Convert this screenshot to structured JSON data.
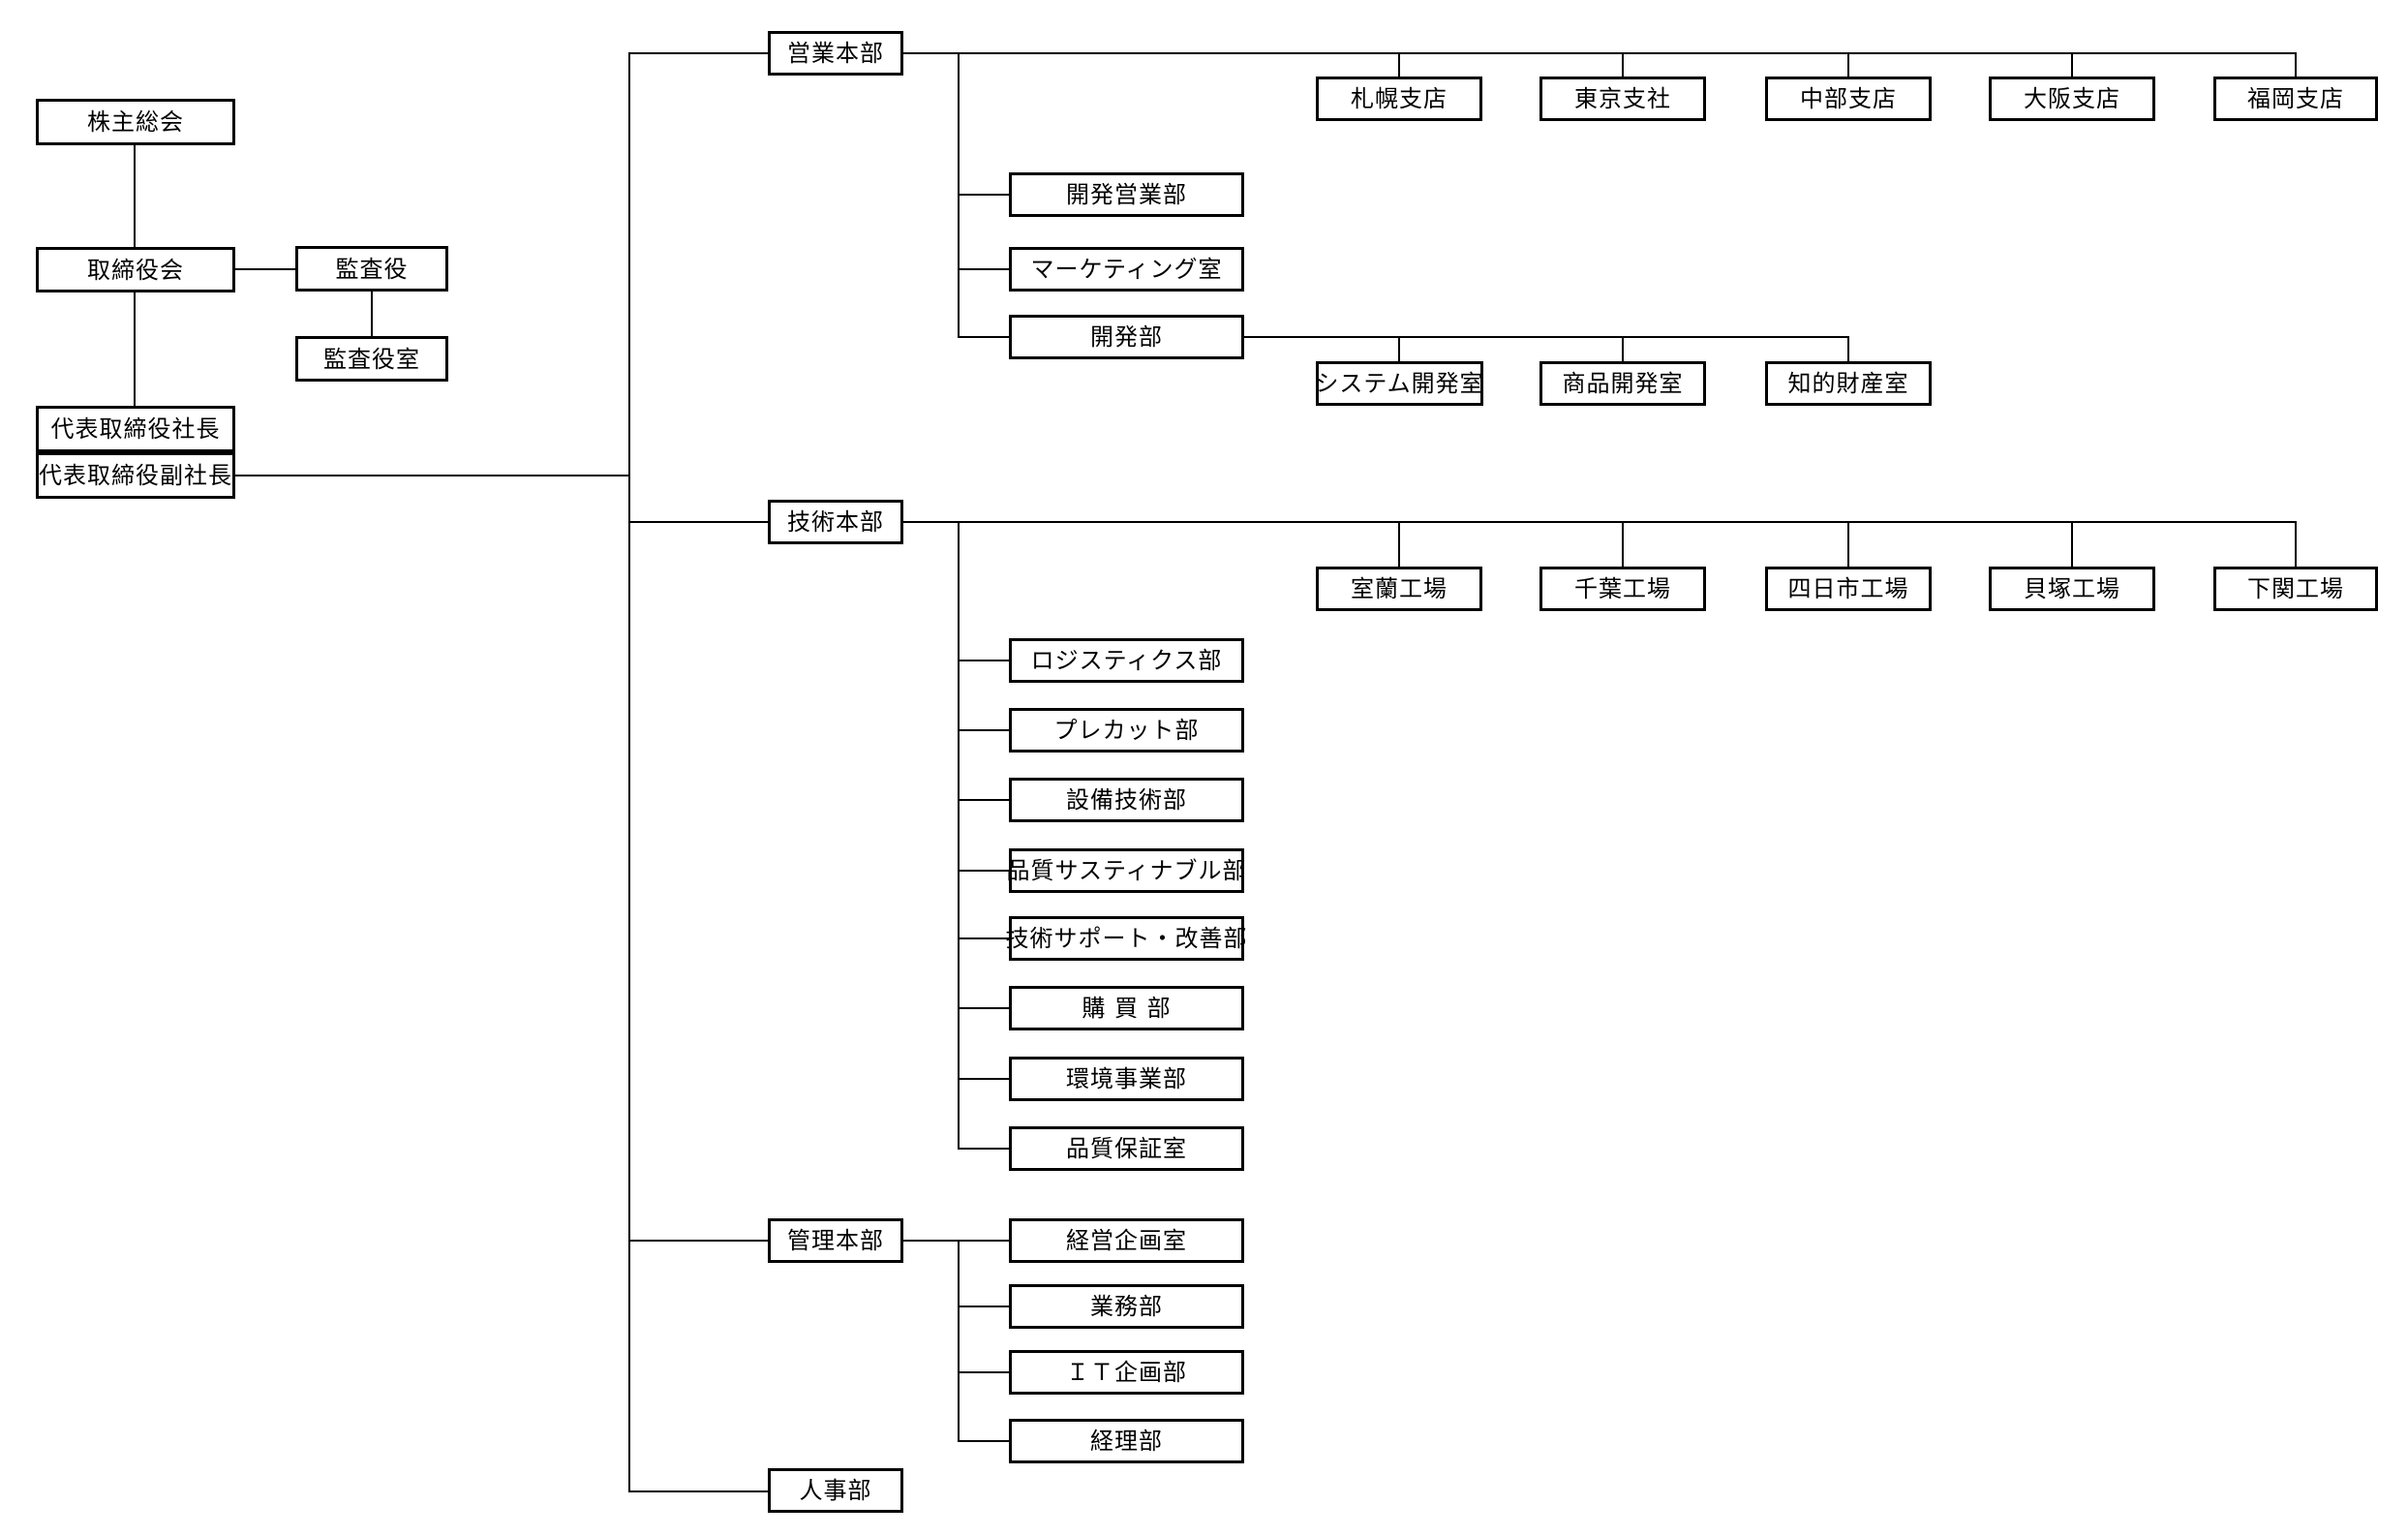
{
  "colors": {
    "box_border": "#000000",
    "connector_line": "#000000",
    "background": "#ffffff",
    "text": "#000000"
  },
  "org": {
    "governance": {
      "shareholders": "株主総会",
      "board_of_directors": "取締役会",
      "auditor": "監査役",
      "auditor_office": "監査役室",
      "president": "代表取締役社長",
      "executive_vice_president": "代表取締役副社長"
    },
    "sales": {
      "label": "営業本部",
      "branches": {
        "sapporo": "札幌支店",
        "tokyo": "東京支社",
        "chubu": "中部支店",
        "osaka": "大阪支店",
        "fukuoka": "福岡支店"
      },
      "departments": {
        "development_sales": "開発営業部",
        "marketing_office": "マーケティング室",
        "development": {
          "label": "開発部",
          "rooms": {
            "system_development": "システム開発室",
            "product_development": "商品開発室",
            "intellectual_property": "知的財産室"
          }
        }
      }
    },
    "technical": {
      "label": "技術本部",
      "plants": {
        "muroran": "室蘭工場",
        "chiba": "千葉工場",
        "yokkaichi": "四日市工場",
        "kaizuka": "貝塚工場",
        "shimonoseki": "下関工場"
      },
      "departments": {
        "logistics": "ロジスティクス部",
        "precut": "プレカット部",
        "facility_engineering": "設備技術部",
        "quality_sustainable": "品質サスティナブル部",
        "technical_support_improvement": "技術サポート・改善部",
        "purchasing": "購 買 部",
        "environmental_business": "環境事業部",
        "quality_assurance": "品質保証室"
      }
    },
    "administration": {
      "label": "管理本部",
      "departments": {
        "corporate_planning": "経営企画室",
        "business_operations": "業務部",
        "it_planning": "ＩＴ企画部",
        "accounting": "経理部"
      }
    },
    "hr_department": "人事部"
  }
}
